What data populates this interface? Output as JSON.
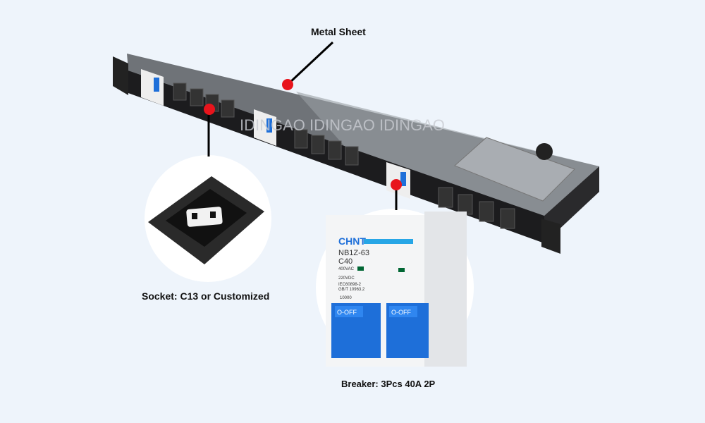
{
  "callouts": {
    "metal_sheet": "Metal Sheet",
    "socket": "Socket: C13 or Customized",
    "breaker": "Breaker: 3Pcs 40A 2P"
  },
  "watermark": "IDINGAO  IDINGAO  IDINGAO",
  "breaker_markings": {
    "brand": "CHNT",
    "model": "NB1Z-63",
    "rating": "C40",
    "voltage_ac": "400VAC",
    "voltage_dc": "220VDC",
    "standard1": "IEC60898-2",
    "standard2": "GB/T 10963.2",
    "capacity": "10000",
    "switch_label": "O-OFF"
  },
  "colors": {
    "background": "#eef4fb",
    "marker": "#e8141c",
    "breaker_blue": "#1e6fd9"
  }
}
